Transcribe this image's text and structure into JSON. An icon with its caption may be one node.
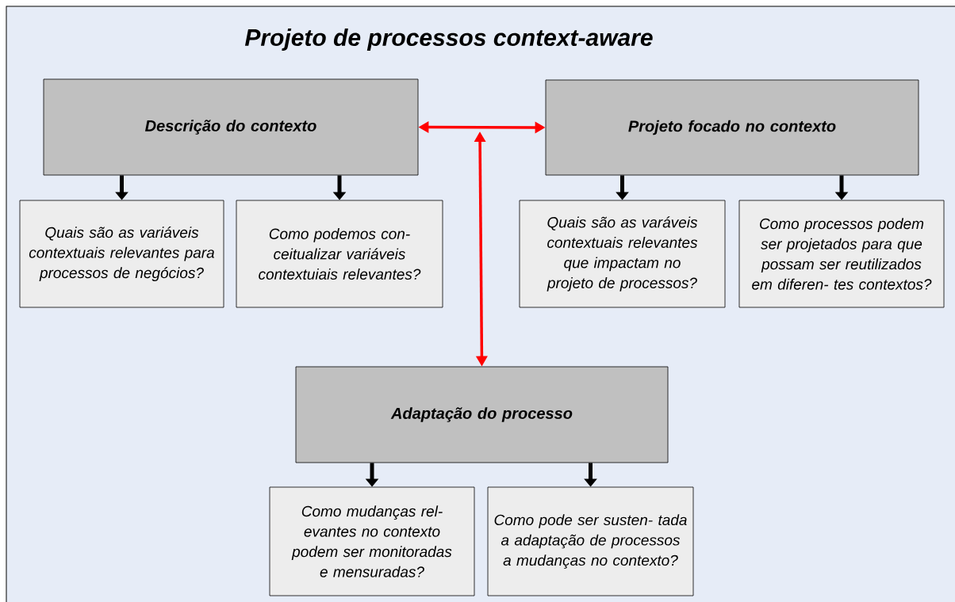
{
  "diagram": {
    "title": "Projeto de processos context-aware",
    "nodes": [
      {
        "text": [
          "Descrição do contexto"
        ]
      },
      {
        "text": [
          "Projeto focado no contexto"
        ]
      },
      {
        "text": [
          "Quais são as variáveis contextuais relevantes para processos de negócios?"
        ]
      },
      {
        "text": [
          "Como podemos con- ceitualizar variáveis contextuiais relevantes?"
        ]
      },
      {
        "text": [
          "Quais são as varáveis contextuais relevantes que impactam no projeto de processos?"
        ]
      },
      {
        "text": [
          "Como processos podem ser projetados para que possam ser reutilizados em diferen- tes contextos?"
        ]
      },
      {
        "text": [
          "Adaptação do processo"
        ]
      },
      {
        "text": [
          "Como mudanças rel- evantes no contexto podem ser monitoradas e mensuradas?"
        ]
      },
      {
        "text": [
          "Como pode ser susten- tada a adaptação de processos a mudanças no contexto?"
        ]
      }
    ],
    "edges": [
      {
        "from": 0,
        "to": 2,
        "arrow": "to"
      },
      {
        "from": 0,
        "to": 3,
        "arrow": "to"
      },
      {
        "from": 1,
        "to": 4,
        "arrow": "to"
      },
      {
        "from": 1,
        "to": 5,
        "arrow": "to"
      },
      {
        "from": 6,
        "to": 7,
        "arrow": "to"
      },
      {
        "from": 6,
        "to": 8,
        "arrow": "to"
      },
      {
        "from": 0,
        "to": 1,
        "arrow": "both",
        "color": "#ff0000"
      },
      {
        "from": null,
        "to": 6,
        "arrow": "both",
        "color": "#ff0000"
      }
    ]
  }
}
